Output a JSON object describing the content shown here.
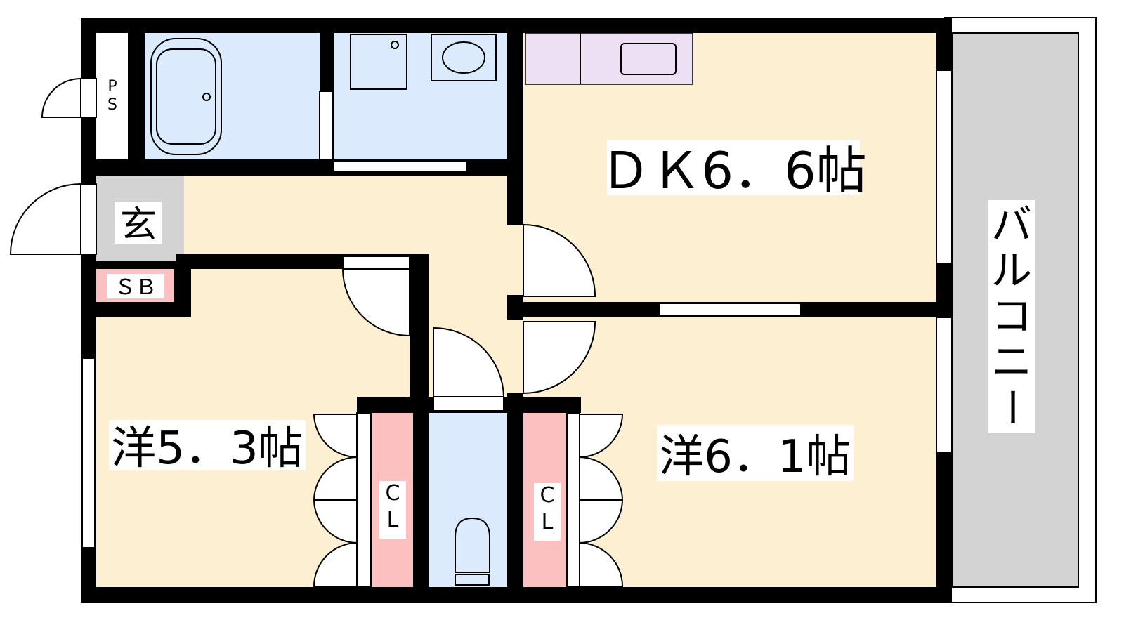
{
  "rooms": {
    "dk": "ＤＫ6．6帖",
    "western_a": "洋5．3帖",
    "western_b": "洋6．1帖",
    "entrance": "玄",
    "shoe_box": "ＳＢ",
    "pipe_space_1": "P",
    "pipe_space_2": "S",
    "closet_1": "C",
    "closet_2": "L",
    "balcony": [
      "バ",
      "ル",
      "コ",
      "ニ",
      "ー"
    ]
  },
  "colors": {
    "wall": "#000000",
    "living": "#fdf0d2",
    "wet": "#dbebfd",
    "closet": "#fcc0c0",
    "kitchen": "#ede0f5",
    "entrance": "#d3d3d3",
    "balcony": "#d3d3d3"
  }
}
